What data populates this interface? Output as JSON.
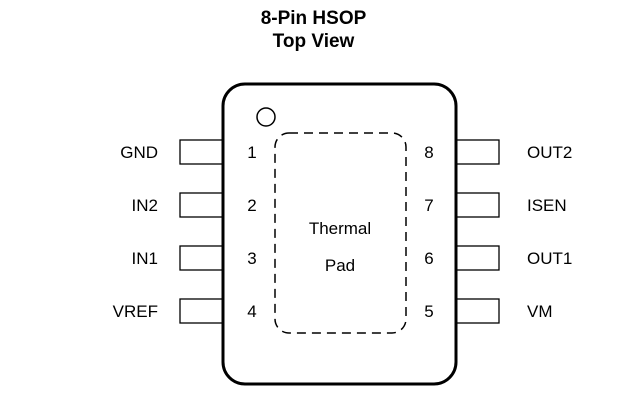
{
  "title": {
    "line1": "8-Pin HSOP",
    "line2": "Top View"
  },
  "thermal_pad": {
    "line1": "Thermal",
    "line2": "Pad"
  },
  "pins_left": [
    {
      "number": "1",
      "name": "GND"
    },
    {
      "number": "2",
      "name": "IN2"
    },
    {
      "number": "3",
      "name": "IN1"
    },
    {
      "number": "4",
      "name": "VREF"
    }
  ],
  "pins_right": [
    {
      "number": "8",
      "name": "OUT2"
    },
    {
      "number": "7",
      "name": "ISEN"
    },
    {
      "number": "6",
      "name": "OUT1"
    },
    {
      "number": "5",
      "name": "VM"
    }
  ]
}
